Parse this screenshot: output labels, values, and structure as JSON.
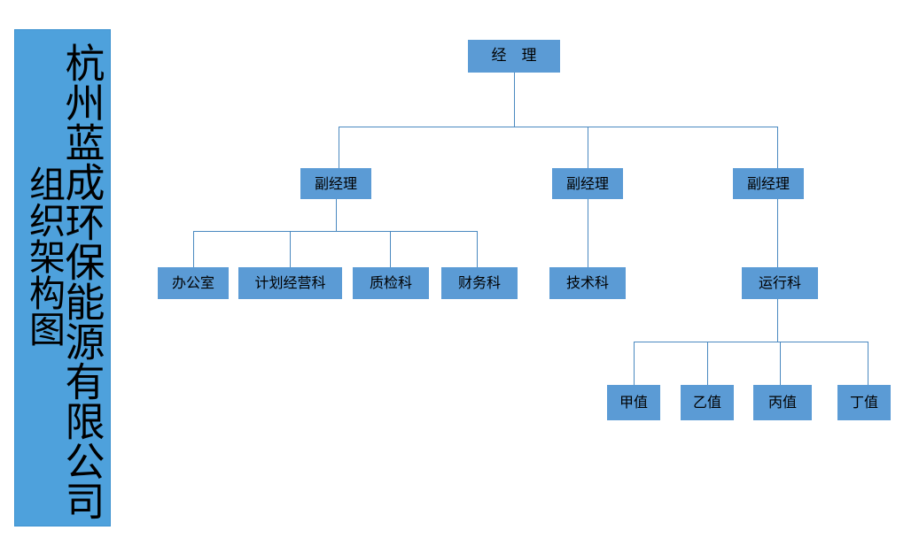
{
  "banner": {
    "company_name": "杭州蓝成环保能源有限公司",
    "subtitle": "组织架构图",
    "background_color": "#4EA1DC"
  },
  "theme": {
    "node_fill": "#5B9BD5",
    "connector_color": "#4A89C0",
    "page_background": "#ffffff",
    "text_color": "#000000"
  },
  "chart_data": {
    "type": "diagram",
    "diagram_type": "org-chart",
    "title": "杭州蓝成环保能源有限公司组织架构图",
    "orientation": "top-down",
    "nodes": [
      {
        "id": "n0",
        "label": "经　理",
        "level": 0,
        "parent": null
      },
      {
        "id": "n1",
        "label": "副经理",
        "level": 1,
        "parent": "n0"
      },
      {
        "id": "n2",
        "label": "副经理",
        "level": 1,
        "parent": "n0"
      },
      {
        "id": "n3",
        "label": "副经理",
        "level": 1,
        "parent": "n0"
      },
      {
        "id": "n4",
        "label": "办公室",
        "level": 2,
        "parent": "n1"
      },
      {
        "id": "n5",
        "label": "计划经营科",
        "level": 2,
        "parent": "n1"
      },
      {
        "id": "n6",
        "label": "质检科",
        "level": 2,
        "parent": "n1"
      },
      {
        "id": "n7",
        "label": "财务科",
        "level": 2,
        "parent": "n1"
      },
      {
        "id": "n8",
        "label": "技术科",
        "level": 2,
        "parent": "n2"
      },
      {
        "id": "n9",
        "label": "运行科",
        "level": 2,
        "parent": "n3"
      },
      {
        "id": "n10",
        "label": "甲值",
        "level": 3,
        "parent": "n9"
      },
      {
        "id": "n11",
        "label": "乙值",
        "level": 3,
        "parent": "n9"
      },
      {
        "id": "n12",
        "label": "丙值",
        "level": 3,
        "parent": "n9"
      },
      {
        "id": "n13",
        "label": "丁值",
        "level": 3,
        "parent": "n9"
      }
    ],
    "edges": [
      {
        "from": "n0",
        "to": "n1"
      },
      {
        "from": "n0",
        "to": "n2"
      },
      {
        "from": "n0",
        "to": "n3"
      },
      {
        "from": "n1",
        "to": "n4"
      },
      {
        "from": "n1",
        "to": "n5"
      },
      {
        "from": "n1",
        "to": "n6"
      },
      {
        "from": "n1",
        "to": "n7"
      },
      {
        "from": "n2",
        "to": "n8"
      },
      {
        "from": "n3",
        "to": "n9"
      },
      {
        "from": "n9",
        "to": "n10"
      },
      {
        "from": "n9",
        "to": "n11"
      },
      {
        "from": "n9",
        "to": "n12"
      },
      {
        "from": "n9",
        "to": "n13"
      }
    ]
  }
}
